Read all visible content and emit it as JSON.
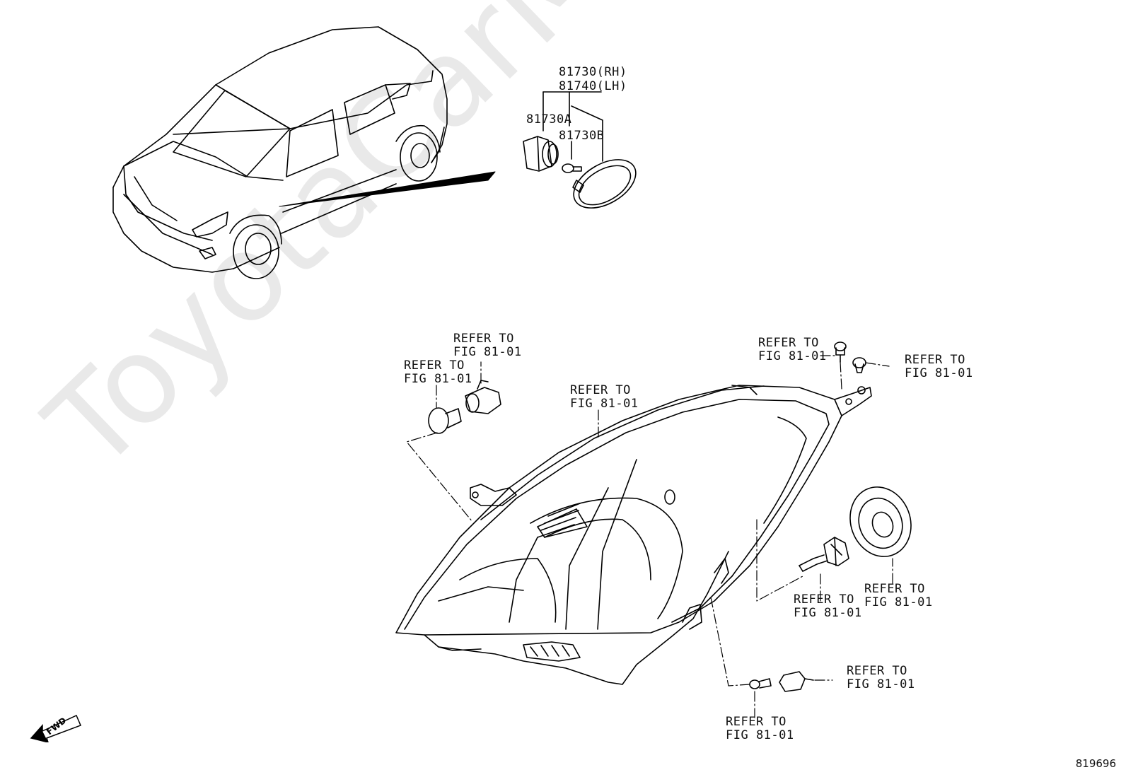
{
  "watermark": "ToyotaCarMine.ru",
  "figure_number": "819696",
  "fwd_label": "FWD",
  "parts": {
    "side_lamp_rh": "81730(RH)",
    "side_lamp_lh": "81740(LH)",
    "socket": "81730A",
    "bulb": "81730B"
  },
  "refer_labels": [
    {
      "id": "bulb-rear-left",
      "line1": "REFER TO",
      "line2": "FIG 81-01"
    },
    {
      "id": "socket-rear-left",
      "line1": "REFER TO",
      "line2": "FIG 81-01"
    },
    {
      "id": "headlamp-housing",
      "line1": "REFER TO",
      "line2": "FIG 81-01"
    },
    {
      "id": "screw-top",
      "line1": "REFER TO",
      "line2": "FIG 81-01"
    },
    {
      "id": "clip-top-right",
      "line1": "REFER TO",
      "line2": "FIG 81-01"
    },
    {
      "id": "h4-bulb",
      "line1": "REFER TO",
      "line2": "FIG 81-01"
    },
    {
      "id": "dust-cover",
      "line1": "REFER TO",
      "line2": "FIG 81-01"
    },
    {
      "id": "small-socket",
      "line1": "REFER TO",
      "line2": "FIG 81-01"
    },
    {
      "id": "wedge-bulb",
      "line1": "REFER TO",
      "line2": "FIG 81-01"
    }
  ]
}
